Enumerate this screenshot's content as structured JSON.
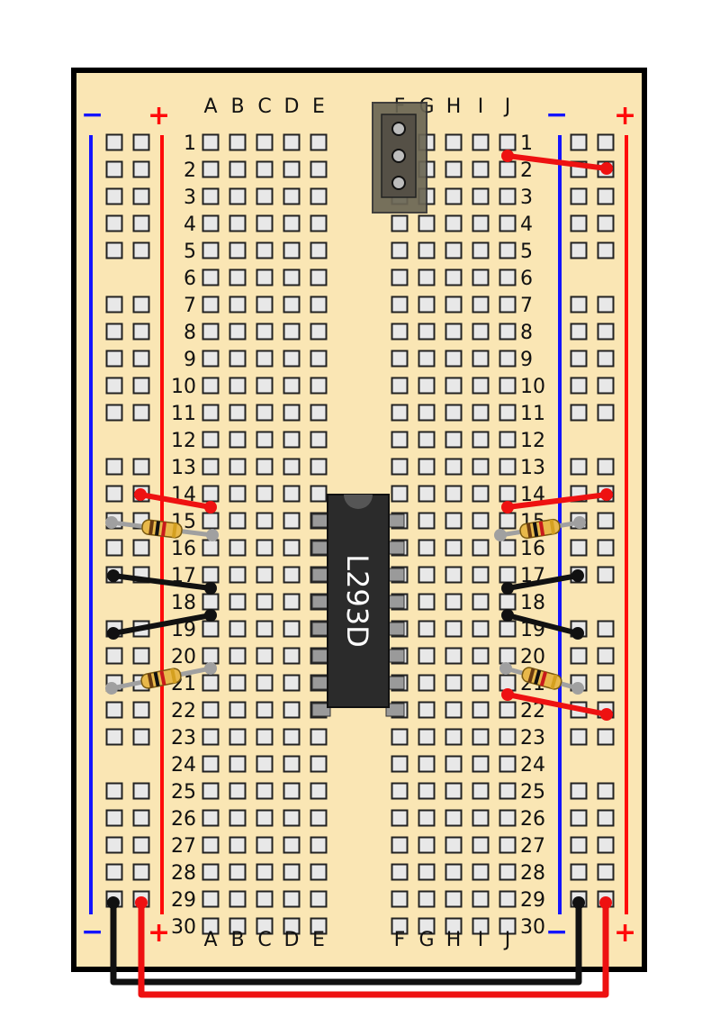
{
  "board": {
    "column_labels_left": [
      "A",
      "B",
      "C",
      "D",
      "E"
    ],
    "column_labels_right": [
      "F",
      "G",
      "H",
      "I",
      "J"
    ],
    "row_count": 30,
    "rail_minus_label": "−",
    "rail_plus_label": "+",
    "colors": {
      "board": "#fae6b4",
      "hole_fill": "#e8e8e8",
      "minus_rail": "#1414ff",
      "plus_rail": "#ff0a0a",
      "red_wire": "#ee1111",
      "black_wire": "#111111",
      "resistor_lead": "#a0a0a0"
    }
  },
  "chip": {
    "label": "L293D"
  },
  "terminal_block": {
    "screws": 3
  }
}
